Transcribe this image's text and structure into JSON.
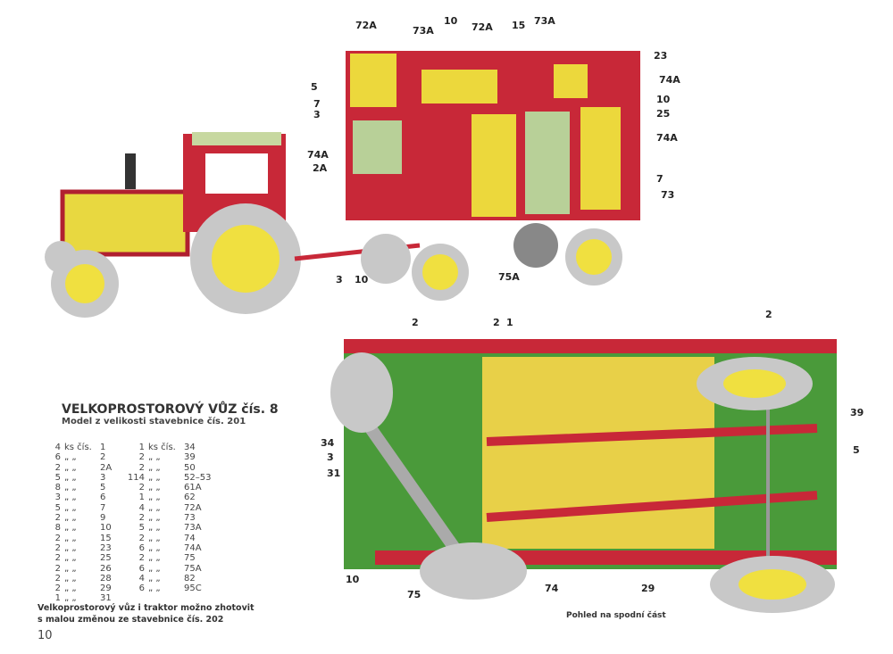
{
  "title": "VELKOPROSTOROVÝ VŮZ čís. 8",
  "subtitle": "Model z velikosti stavebnice čís. 201",
  "parts_left": [
    {
      "qty": "4",
      "unit": "ks čís.",
      "num": "1"
    },
    {
      "qty": "6",
      "unit": "„ „",
      "num": "2"
    },
    {
      "qty": "2",
      "unit": "„ „",
      "num": "2A"
    },
    {
      "qty": "5",
      "unit": "„ „",
      "num": "3"
    },
    {
      "qty": "8",
      "unit": "„ „",
      "num": "5"
    },
    {
      "qty": "3",
      "unit": "„ „",
      "num": "6"
    },
    {
      "qty": "5",
      "unit": "„ „",
      "num": "7"
    },
    {
      "qty": "2",
      "unit": "„ „",
      "num": "9"
    },
    {
      "qty": "8",
      "unit": "„ „",
      "num": "10"
    },
    {
      "qty": "2",
      "unit": "„ „",
      "num": "15"
    },
    {
      "qty": "2",
      "unit": "„ „",
      "num": "23"
    },
    {
      "qty": "2",
      "unit": "„ „",
      "num": "25"
    },
    {
      "qty": "2",
      "unit": "„ „",
      "num": "26"
    },
    {
      "qty": "2",
      "unit": "„ „",
      "num": "28"
    },
    {
      "qty": "2",
      "unit": "„ „",
      "num": "29"
    },
    {
      "qty": "1",
      "unit": "„ „",
      "num": "31"
    }
  ],
  "parts_right": [
    {
      "qty": "1",
      "unit": "ks čís.",
      "num": "34"
    },
    {
      "qty": "2",
      "unit": "„ „",
      "num": "39"
    },
    {
      "qty": "2",
      "unit": "„ „",
      "num": "50"
    },
    {
      "qty": "114",
      "unit": "„ „",
      "num": "52–53"
    },
    {
      "qty": "2",
      "unit": "„ „",
      "num": "61A"
    },
    {
      "qty": "1",
      "unit": "„ „",
      "num": "62"
    },
    {
      "qty": "4",
      "unit": "„ „",
      "num": "72A"
    },
    {
      "qty": "2",
      "unit": "„ „",
      "num": "73"
    },
    {
      "qty": "5",
      "unit": "„ „",
      "num": "73A"
    },
    {
      "qty": "2",
      "unit": "„ „",
      "num": "74"
    },
    {
      "qty": "6",
      "unit": "„ „",
      "num": "74A"
    },
    {
      "qty": "2",
      "unit": "„ „",
      "num": "75"
    },
    {
      "qty": "6",
      "unit": "„ „",
      "num": "75A"
    },
    {
      "qty": "4",
      "unit": "„ „",
      "num": "82"
    },
    {
      "qty": "6",
      "unit": "„ „",
      "num": "95C"
    }
  ],
  "note_line1": "Velkoprostorový vůz i traktor možno zhotovit",
  "note_line2": "s malou změnou ze stavebnice čís. 202",
  "page_number": "10",
  "bottom_caption": "Pohled na spodní část",
  "top_callouts": [
    "72A",
    "73A",
    "10",
    "72A",
    "15",
    "73A",
    "23",
    "74A",
    "10",
    "25",
    "74A",
    "7",
    "73",
    "5",
    "7",
    "3",
    "74A",
    "2A",
    "3",
    "10",
    "75A"
  ],
  "bottom_callouts": [
    "2",
    "2",
    "1",
    "2",
    "39",
    "34",
    "3",
    "31",
    "5",
    "10",
    "75",
    "74",
    "29"
  ]
}
